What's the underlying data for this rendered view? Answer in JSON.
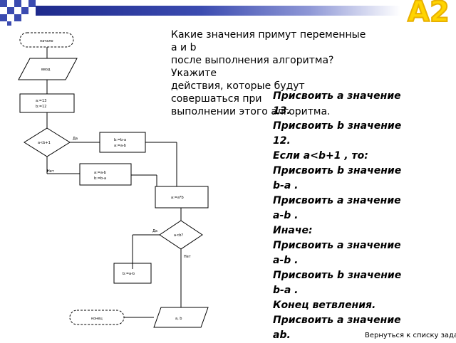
{
  "slide": {
    "number": "A2"
  },
  "question": {
    "lines": [
      "Какие значения примут переменные",
      "а и b",
      "после выполнения алгоритма?",
      "Укажите",
      "действия, которые будут",
      "совершаться при",
      "выполнении этого алгоритма."
    ]
  },
  "algorithm": {
    "lines": [
      "Присвоить a значение",
      "13.",
      "Присвоить b значение",
      "12.",
      "Если a<b+1 , то:",
      "Присвоить b значение",
      "b-a .",
      "Присвоить a значение",
      "a-b .",
      "Иначе:",
      "Присвоить   a значение",
      "a-b .",
      "Присвоить b значение",
      "b-a .",
      "Конец ветвления.",
      "Присвоить a значение",
      "ab."
    ]
  },
  "footer": {
    "back_link": "Вернуться к списку заданий"
  },
  "flowchart": {
    "start": "начало",
    "input": "ввод",
    "assign": [
      "a:=13",
      "b:=12"
    ],
    "condition1": "a<b+1",
    "yes": "Да",
    "no": "Нет",
    "branch_yes": [
      "b:=b-a",
      "a:=a-b"
    ],
    "branch_no": [
      "a:=a-b",
      "b:=b-a"
    ],
    "assign2": "a:=a*b",
    "condition2": "a<b?",
    "loop_assign": "b:=a-b",
    "output": "a, b",
    "end": "конец"
  }
}
